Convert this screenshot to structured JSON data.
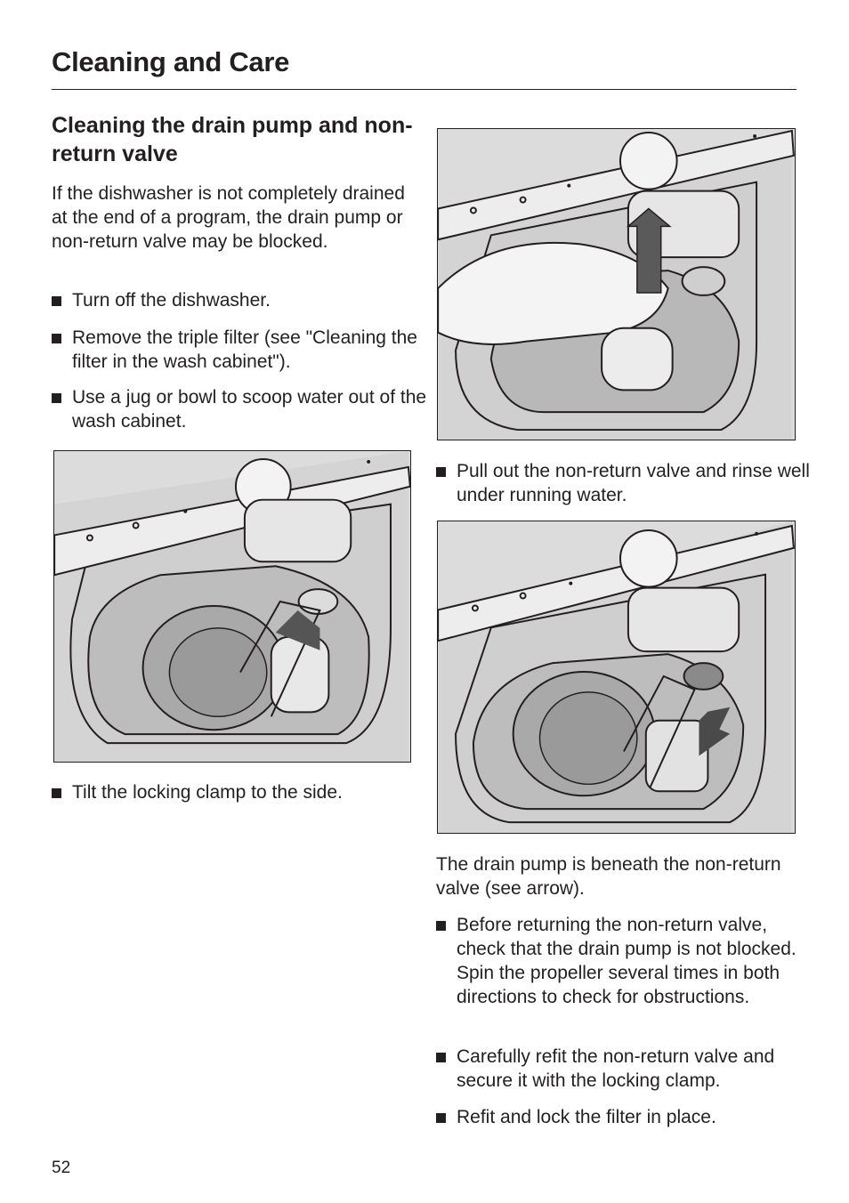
{
  "header": {
    "title": "Cleaning and Care"
  },
  "left": {
    "heading": "Cleaning the drain pump and non-return valve",
    "intro": "If the dishwasher is not completely drained at the end of a program, the drain pump or non-return valve may be blocked.",
    "steps": [
      "Turn off the dishwasher.",
      "Remove the triple filter (see \"Cleaning the filter in the wash cabinet\").",
      "Use a jug or bowl to scoop water out of the wash cabinet."
    ],
    "after_image": "Tilt the locking clamp to the side."
  },
  "right": {
    "after_image_1": "Pull out the non-return valve and rinse well under running water.",
    "note": "The drain pump is beneath the non-return valve (see arrow).",
    "steps": [
      "Before returning the non-return valve, check that the drain pump is not blocked. Spin the propeller several times in both directions to check for obstructions.",
      "Carefully refit the non-return valve and secure it with the locking clamp.",
      "Refit and lock the filter in place."
    ]
  },
  "footer": {
    "page_number": "52"
  }
}
